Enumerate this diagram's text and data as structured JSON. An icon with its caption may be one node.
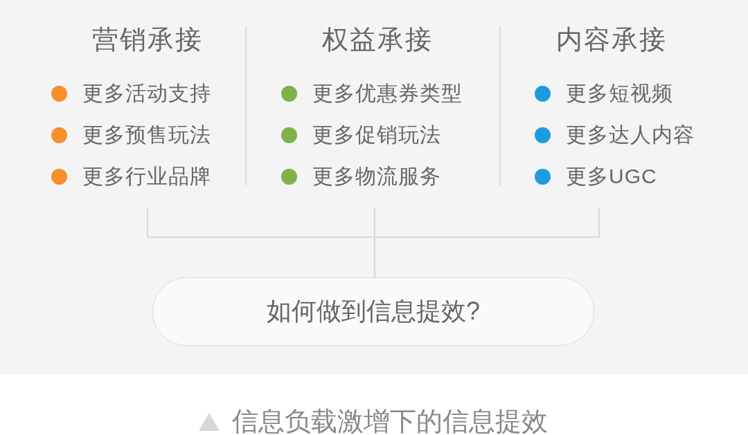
{
  "diagram": {
    "nodes": [
      {
        "text": [
          "营销承接",
          "更多活动支持",
          "更多预售玩法",
          "更多行业品牌"
        ]
      },
      {
        "text": [
          "权益承接",
          "更多优惠券类型",
          "更多促销玩法",
          "更多物流服务"
        ]
      },
      {
        "text": [
          "内容承接",
          "更多短视频",
          "更多达人内容",
          "更多UGC"
        ]
      },
      {
        "text": [
          "如何做到信息提效?"
        ]
      }
    ],
    "edges": [
      {
        "from": 0,
        "to": 3,
        "arrow": "none"
      },
      {
        "from": 1,
        "to": 3,
        "arrow": "none"
      },
      {
        "from": 2,
        "to": 3,
        "arrow": "none"
      }
    ],
    "caption": "信息负载激增下的信息提效"
  }
}
